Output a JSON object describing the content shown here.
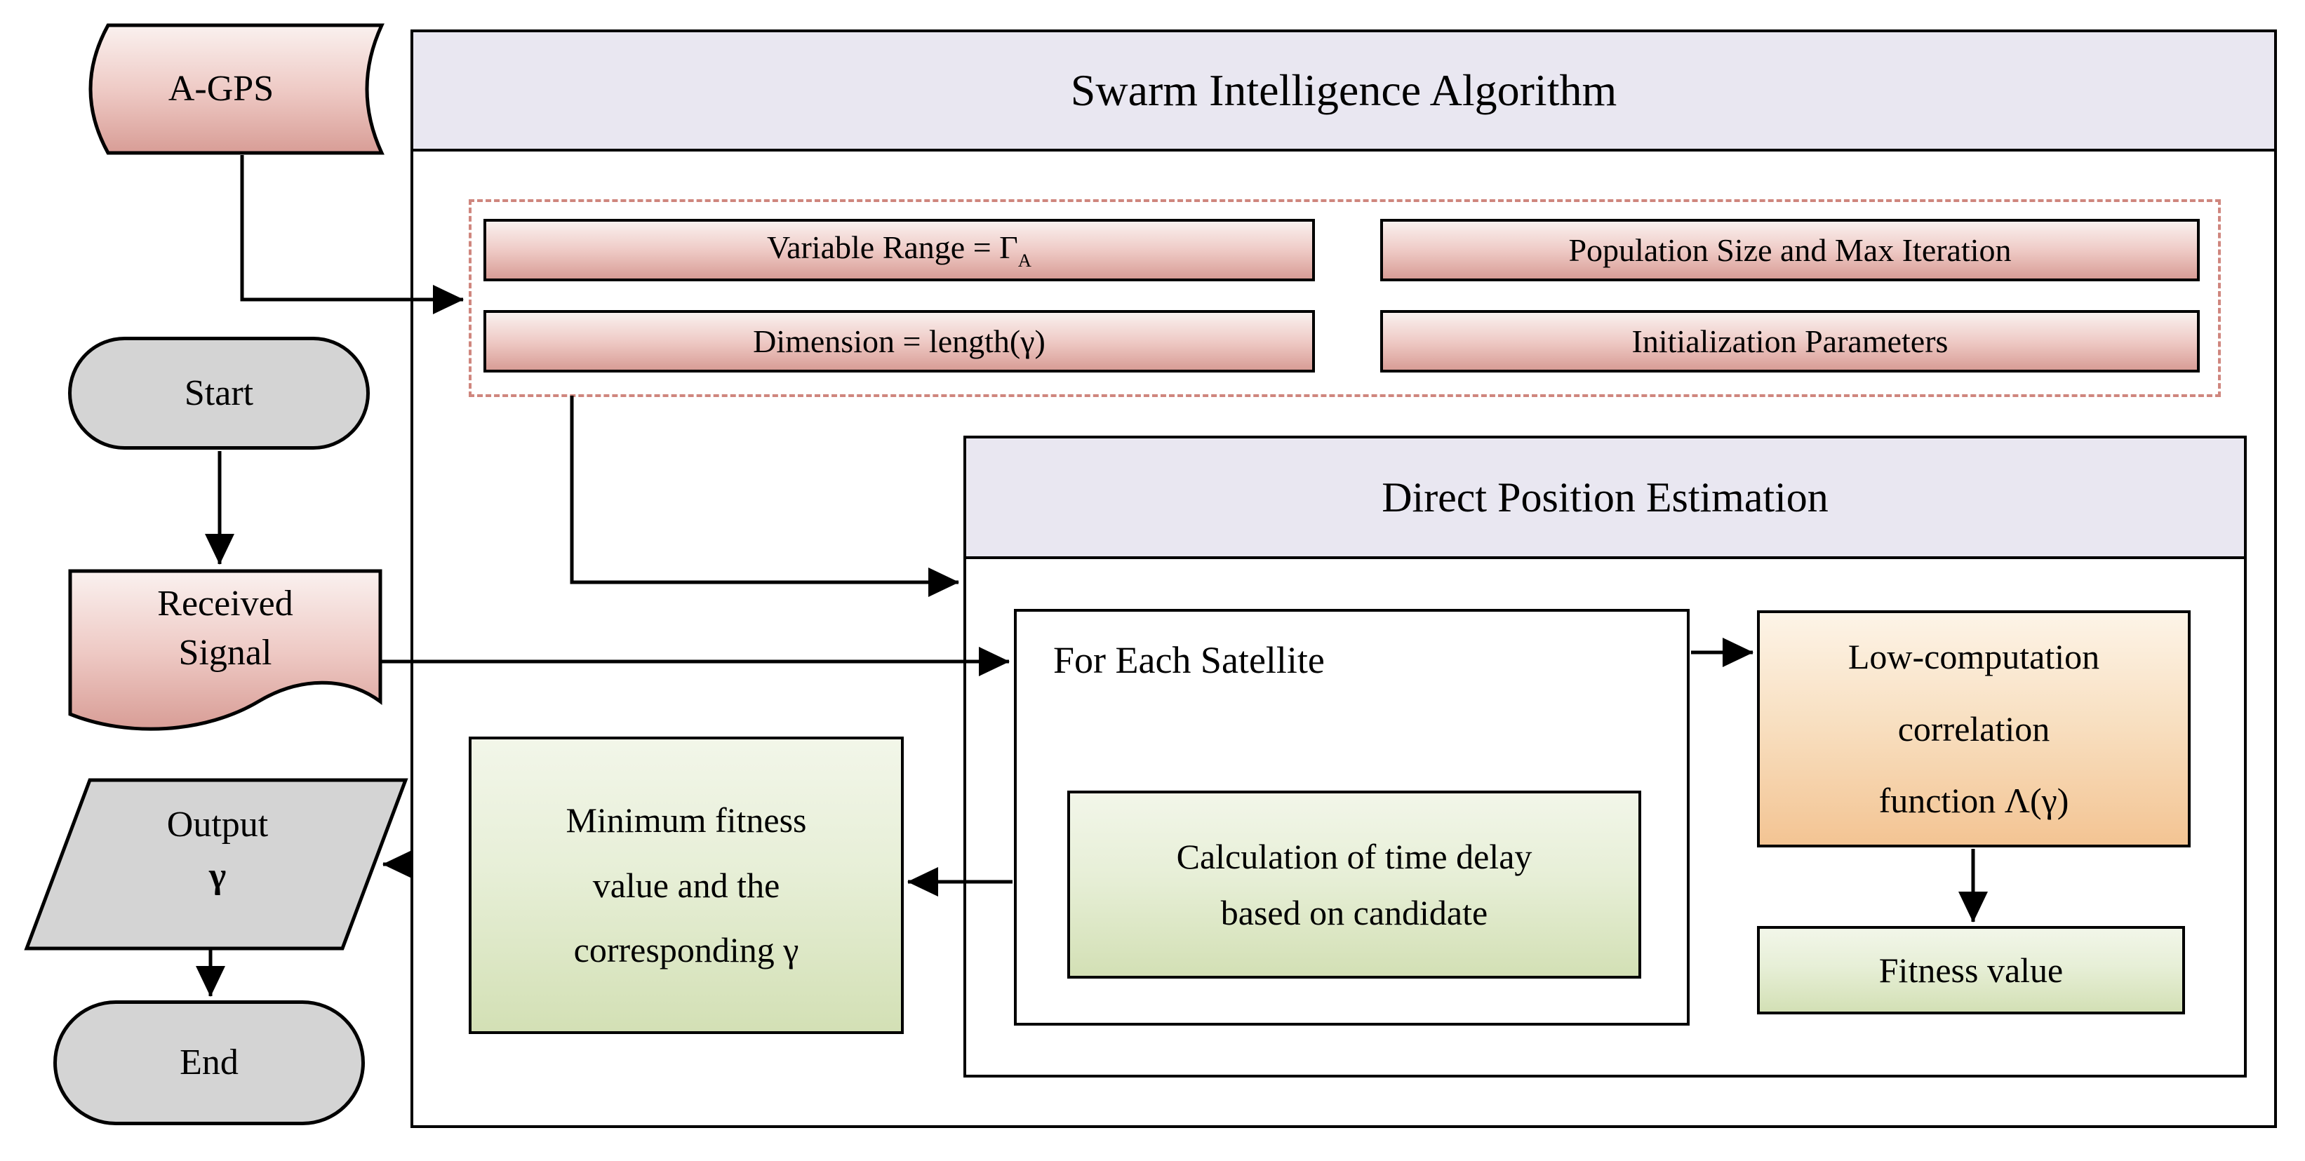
{
  "title": "Swarm Intelligence Algorithm",
  "dpe_title": "Direct Position Estimation",
  "shapes": {
    "agps": "A-GPS",
    "start": "Start",
    "received_line1": "Received",
    "received_line2": "Signal",
    "output_line1": "Output",
    "output_line2": "γ",
    "end": "End"
  },
  "params": {
    "variable_range": "Variable Range = Γ",
    "variable_range_sub": "A",
    "dimension": "Dimension = length(γ)",
    "population": "Population Size and Max Iteration",
    "initialization": "Initialization Parameters"
  },
  "dpe": {
    "for_each_satellite": "For Each Satellite",
    "calc_line1": "Calculation of time delay",
    "calc_line2": "based on candidate",
    "lowcomp_line1": "Low-computation",
    "lowcomp_line2": "correlation",
    "lowcomp_line3": "function Λ(γ)",
    "fitness": "Fitness value"
  },
  "result": {
    "min_line1": "Minimum fitness",
    "min_line2": "value and the",
    "min_line3": "corresponding γ"
  },
  "colors": {
    "pink_top": "#faf1ef",
    "pink_bottom": "#d89d96",
    "green_top": "#f2f6e9",
    "green_bottom": "#d3e0b5",
    "orange_top": "#fdf4e7",
    "orange_bottom": "#f3c493",
    "lavender_header": "#e9e7f1",
    "gray_node": "#d4d4d4",
    "dashed_border": "#cf867e",
    "connector": "#000000"
  }
}
